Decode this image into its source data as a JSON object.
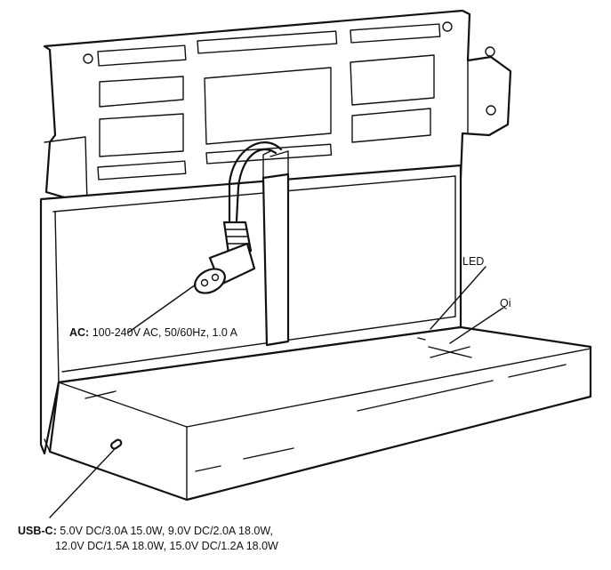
{
  "labels": {
    "led": "LED",
    "qi": "Qi",
    "ac_title": "AC:",
    "ac_spec": "100-240V AC, 50/60Hz, 1.0 A",
    "usbc_title": "USB-C:",
    "usbc_line1": "5.0V DC/3.0A 15.0W, 9.0V DC/2.0A 18.0W,",
    "usbc_line2": "12.0V DC/1.5A 18.0W, 15.0V DC/1.2A 18.0W"
  },
  "colors": {
    "line": "#111111",
    "background": "#ffffff"
  },
  "icons": [
    "bracket-mount",
    "ac-power-connector",
    "usb-c-port",
    "qi-coil-mark",
    "led-indicator"
  ]
}
